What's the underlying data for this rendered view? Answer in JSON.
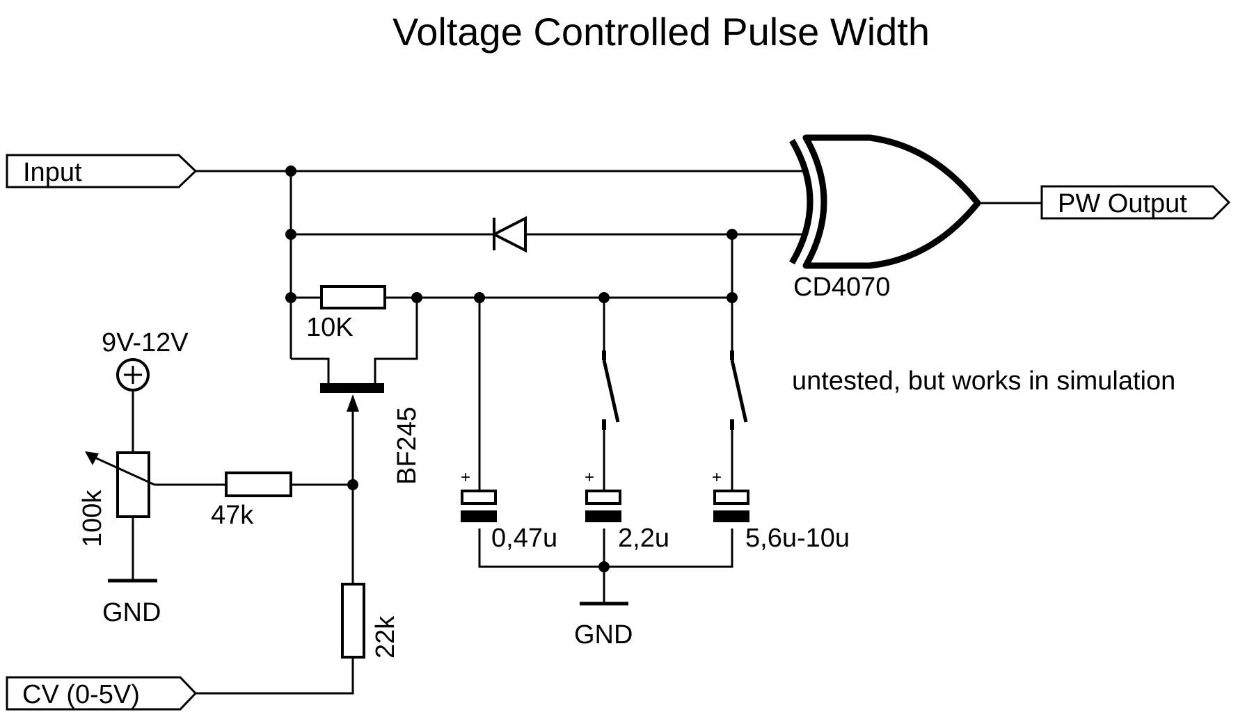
{
  "title": "Voltage Controlled Pulse Width",
  "ports": {
    "input": "Input",
    "output": "PW Output",
    "cv": "CV (0-5V)"
  },
  "components": {
    "xor_gate": "CD4070",
    "r_feedback": "10K",
    "jfet": "BF245",
    "supply": "9V-12V",
    "supply_symbol": "+",
    "pot": "100k",
    "r_gate": "47k",
    "r_cv": "22k",
    "gnd_left": "GND",
    "gnd_caps": "GND",
    "caps": [
      {
        "value": "0,47u",
        "polarity": "+"
      },
      {
        "value": "2,2u",
        "polarity": "+"
      },
      {
        "value": "5,6u-10u",
        "polarity": "+"
      }
    ]
  },
  "note": "untested, but works in simulation"
}
